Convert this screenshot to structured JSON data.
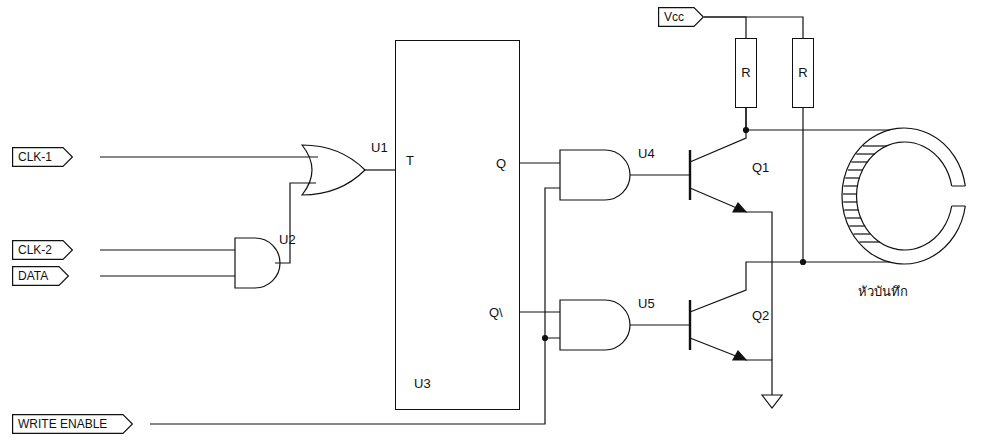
{
  "diagram": {
    "nodes": [
      {
        "text": [
          "CLK-1"
        ]
      },
      {
        "text": [
          "CLK-2"
        ]
      },
      {
        "text": [
          "DATA"
        ]
      },
      {
        "text": [
          "WRITE ENABLE"
        ]
      },
      {
        "text": [
          "Vcc"
        ]
      },
      {
        "text": [
          "R"
        ]
      },
      {
        "text": [
          "R"
        ]
      },
      {
        "text": [
          "T",
          "Q",
          "Q\\",
          "U3"
        ]
      }
    ],
    "edges": [
      {
        "from": 4,
        "to": 5,
        "arrow": "none"
      },
      {
        "from": 4,
        "to": 6,
        "arrow": "none"
      }
    ],
    "labels": [
      "U1",
      "U2",
      "U4",
      "U5",
      "Q1",
      "Q2",
      "หัวบันทึก"
    ]
  }
}
